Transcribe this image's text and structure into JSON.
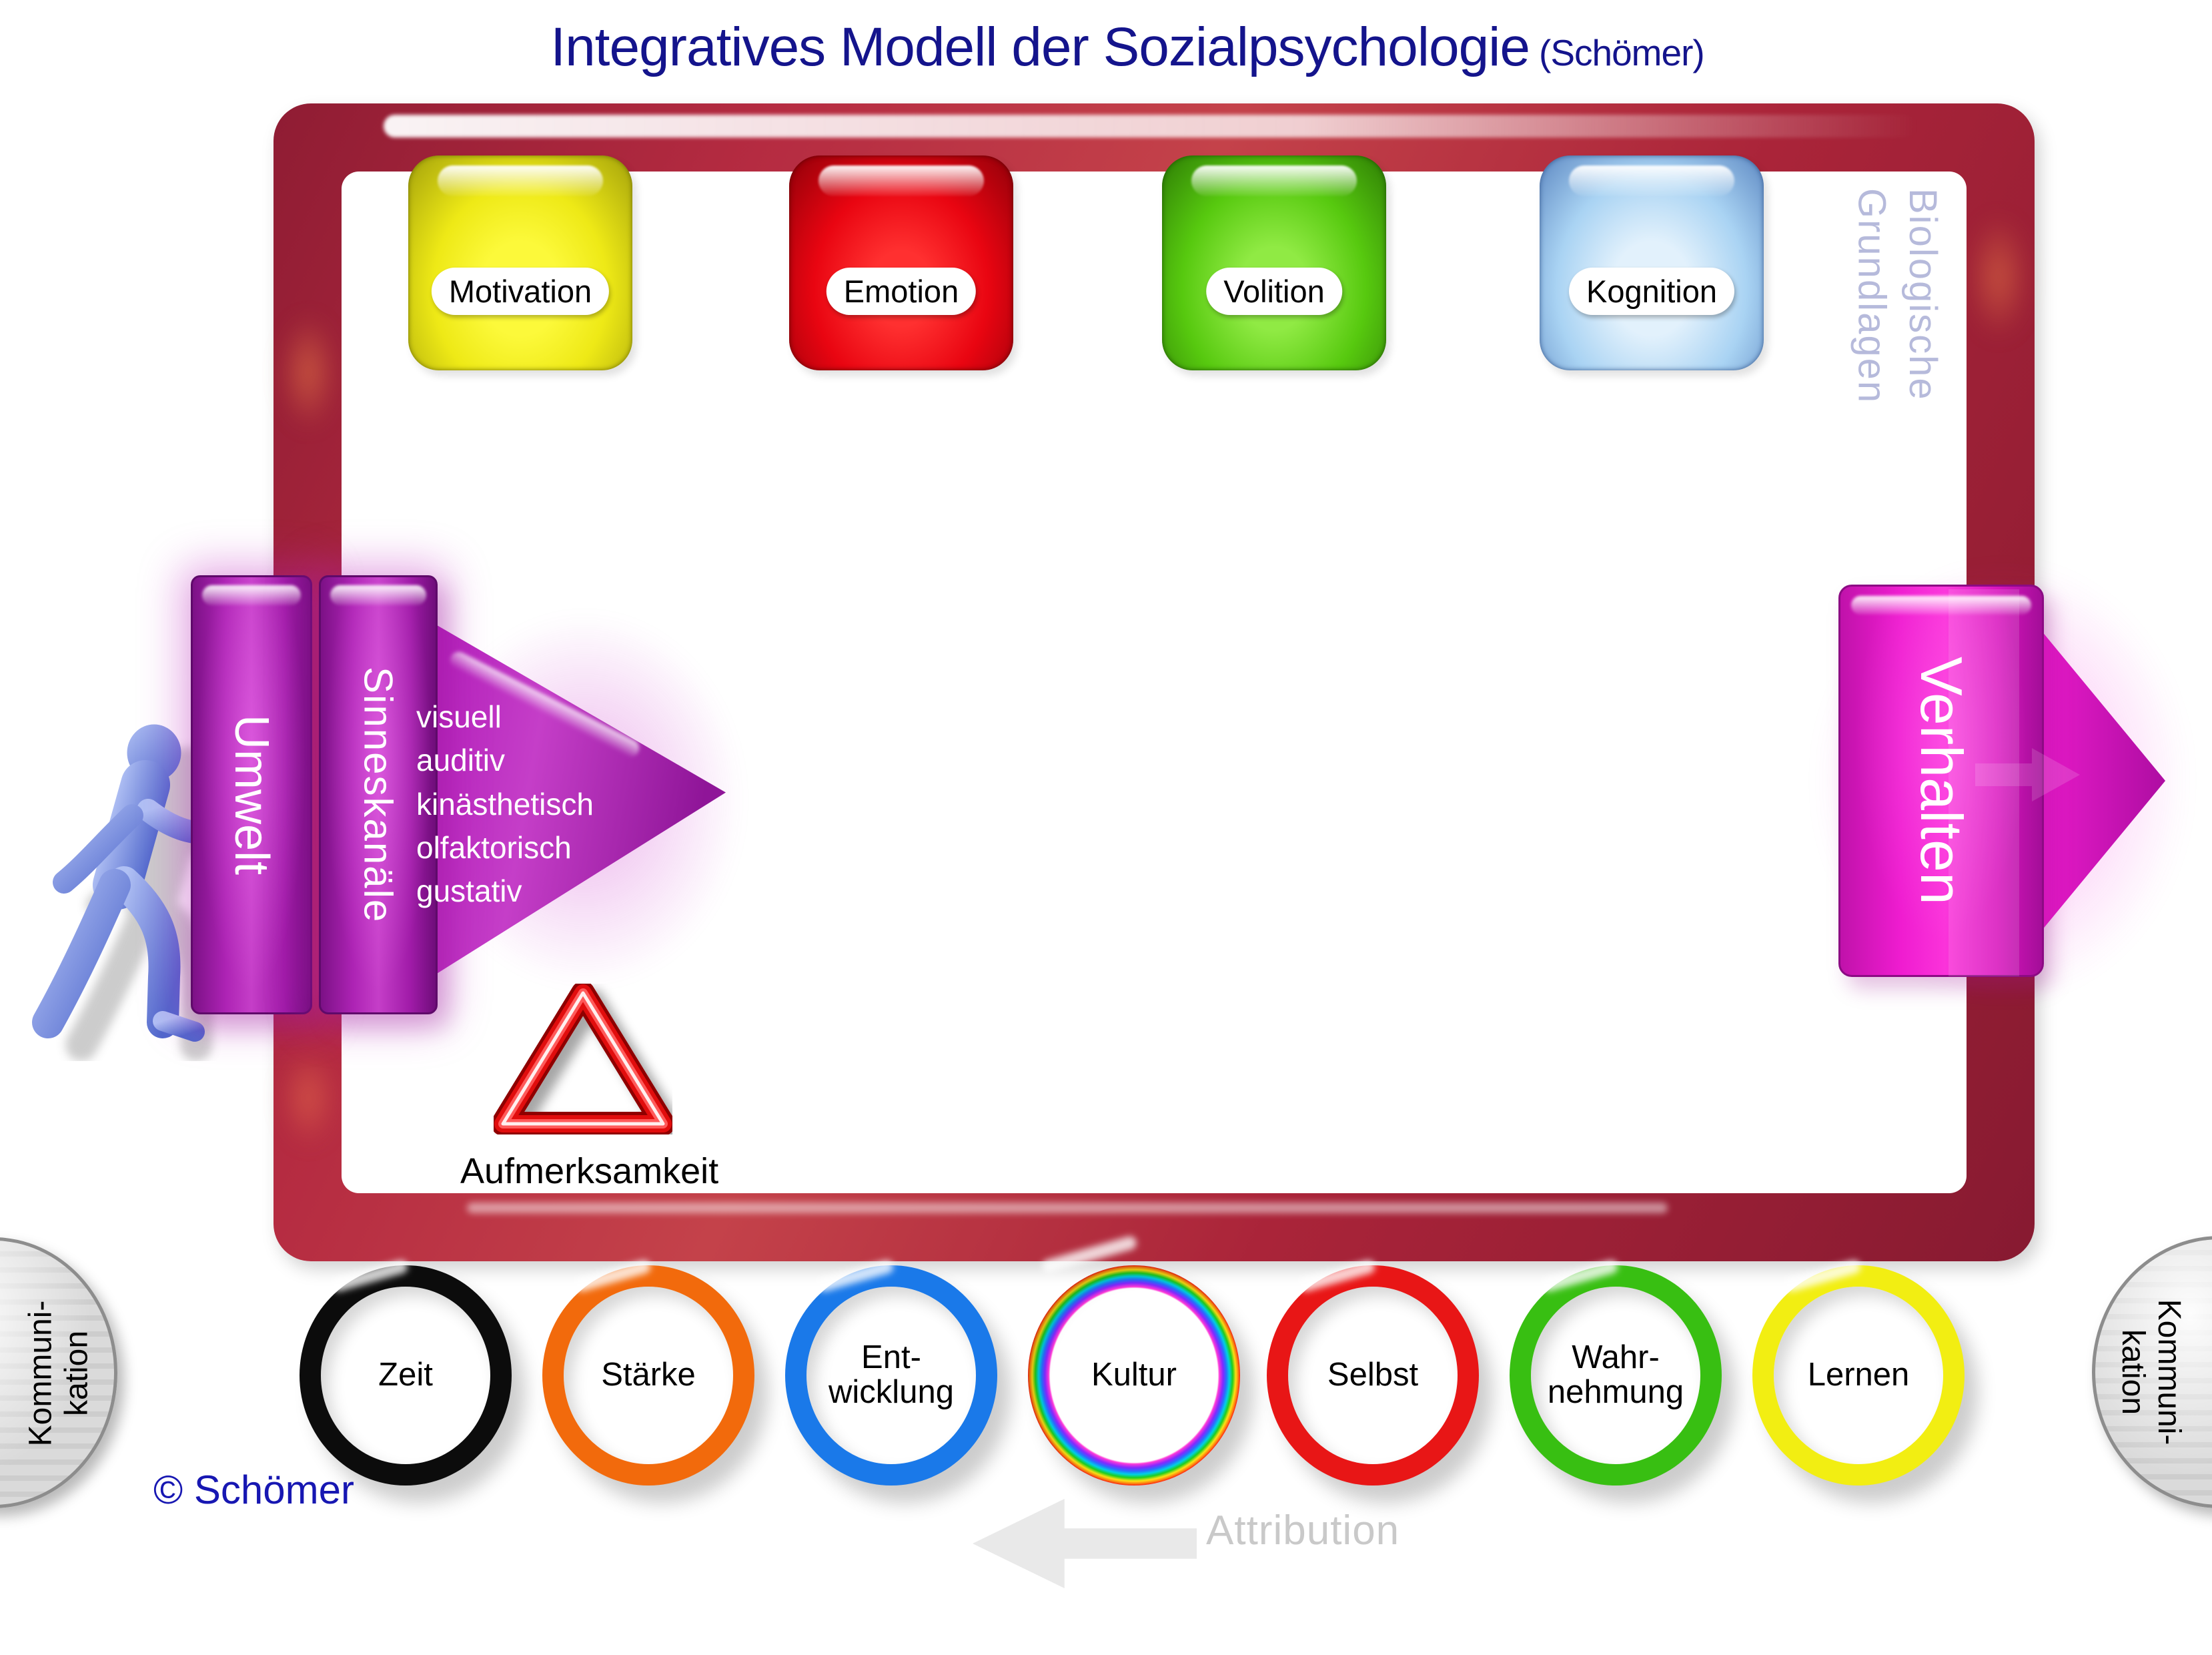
{
  "title": {
    "main": "Integratives Modell der Sozialpsychologie",
    "credit": "(Schömer)"
  },
  "process_boxes": [
    {
      "label": "Motivation",
      "color": "#eee916"
    },
    {
      "label": "Emotion",
      "color": "#e90511"
    },
    {
      "label": "Volition",
      "color": "#57c90f"
    },
    {
      "label": "Kognition",
      "color": "#a9d3f3"
    }
  ],
  "biological_label": {
    "line1": "Biologische",
    "line2": "Grundlagen",
    "color": "#b6badb"
  },
  "umwelt": {
    "label": "Umwelt"
  },
  "sinneskanaele": {
    "label": "Sinneskanäle",
    "senses": [
      "visuell",
      "auditiv",
      "kinästhetisch",
      "olfaktorisch",
      "gustativ"
    ]
  },
  "verhalten": {
    "label": "Verhalten"
  },
  "aufmerksamkeit": {
    "label": "Aufmerksamkeit"
  },
  "bottom_circles": [
    {
      "label": "Zeit",
      "color": "#0c0c0c"
    },
    {
      "label": "Stärke",
      "color": "#f26a0c"
    },
    {
      "label": "Ent-\nwicklung",
      "color": "#1a79e9"
    },
    {
      "label": "Kultur",
      "color": "rainbow"
    },
    {
      "label": "Selbst",
      "color": "#e81616"
    },
    {
      "label": "Wahr-\nnehmung",
      "color": "#38bf12"
    },
    {
      "label": "Lernen",
      "color": "#f2ee12"
    }
  ],
  "kommunikation_left": {
    "line1": "Kommuni-",
    "line2": "kation"
  },
  "kommunikation_right": {
    "line1": "Kommuni-",
    "line2": "kation"
  },
  "copyright": {
    "label": "© Schömer"
  },
  "attribution": {
    "label": "Attribution"
  },
  "palette": {
    "frame_red": "#b52b41",
    "purple_bar": "#b327b8",
    "verhalten_magenta": "#ef1cd0",
    "title_navy": "#14148c",
    "attribution_gray": "#c9c9c9",
    "kommunikation_gray": "#d4d4d4",
    "triangle_red": "#e11010"
  }
}
